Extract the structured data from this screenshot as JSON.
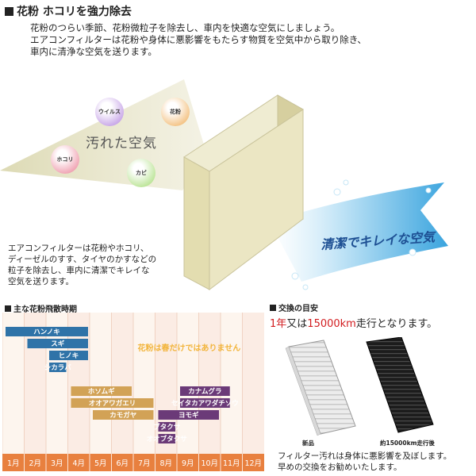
{
  "heading": "花粉 ホコリを強力除去",
  "intro": [
    "花粉のつらい季節、花粉微粒子を除去し、車内を快適な空気にしましょう。",
    "エアコンフィルターは花粉や身体に悪影響をもたらす物質を空気中から取り除き、",
    "車内に清浄な空気を送ります。"
  ],
  "bubbles": {
    "virus": "ウイルス",
    "pollen": "花粉",
    "dust": "ホコリ",
    "mold": "カビ"
  },
  "dirty_air": "汚れた空気",
  "clean_air": "清潔でキレイな空気",
  "filter_desc": [
    "エアコンフィルターは花粉やホコリ、",
    "ディーゼルのすす、タイヤのかすなどの",
    "粒子を除去し、車内に清潔でキレイな",
    "空気を送ります。"
  ],
  "pollen_section_title": "主な花粉飛散時期",
  "calendar": {
    "months": [
      "1月",
      "2月",
      "3月",
      "4月",
      "5月",
      "6月",
      "7月",
      "8月",
      "9月",
      "10月",
      "11月",
      "12月"
    ],
    "note": "花粉は春だけではありません",
    "bars": [
      {
        "label": "ハンノキ",
        "start": 0,
        "end": 4,
        "color": "#2f73a8"
      },
      {
        "label": "スギ",
        "start": 1,
        "end": 4,
        "color": "#2f73a8"
      },
      {
        "label": "ヒノキ",
        "start": 2,
        "end": 4,
        "color": "#2f73a8"
      },
      {
        "label": "シカラバ",
        "start": 2,
        "end": 3,
        "color": "#2f73a8"
      },
      {
        "label": "ホソムギ",
        "start": 3,
        "end": 6,
        "color": "#d2a256"
      },
      {
        "label": "オオアワガエリ",
        "start": 3,
        "end": 7,
        "color": "#d2a256"
      },
      {
        "label": "カモガヤ",
        "start": 4,
        "end": 7,
        "color": "#d2a256"
      },
      {
        "label": "カナムグラ",
        "start": 8,
        "end": 10.5,
        "color": "#6b3a78"
      },
      {
        "label": "セイタカアワダチソウ",
        "start": 8,
        "end": 10.5,
        "color": "#6b3a78"
      },
      {
        "label": "ヨモギ",
        "start": 7,
        "end": 10,
        "color": "#6b3a78"
      },
      {
        "label": "ブタクサ",
        "start": 7,
        "end": 8,
        "color": "#6b3a78"
      },
      {
        "label": "オオブタクサ",
        "start": 7,
        "end": 8,
        "color": "#6b3a78"
      }
    ]
  },
  "replace_section_title": "交換の目安",
  "replace": {
    "part1": "1年",
    "part2": "又は",
    "part3": "15000km",
    "part4": "走行となります。"
  },
  "photo_new_caption": "新品",
  "photo_used_caption": "約15000km走行後",
  "replace_note": [
    "フィルター汚れは身体に悪影響を及ぼします。",
    "早めの交換をお勧めいたします。"
  ]
}
